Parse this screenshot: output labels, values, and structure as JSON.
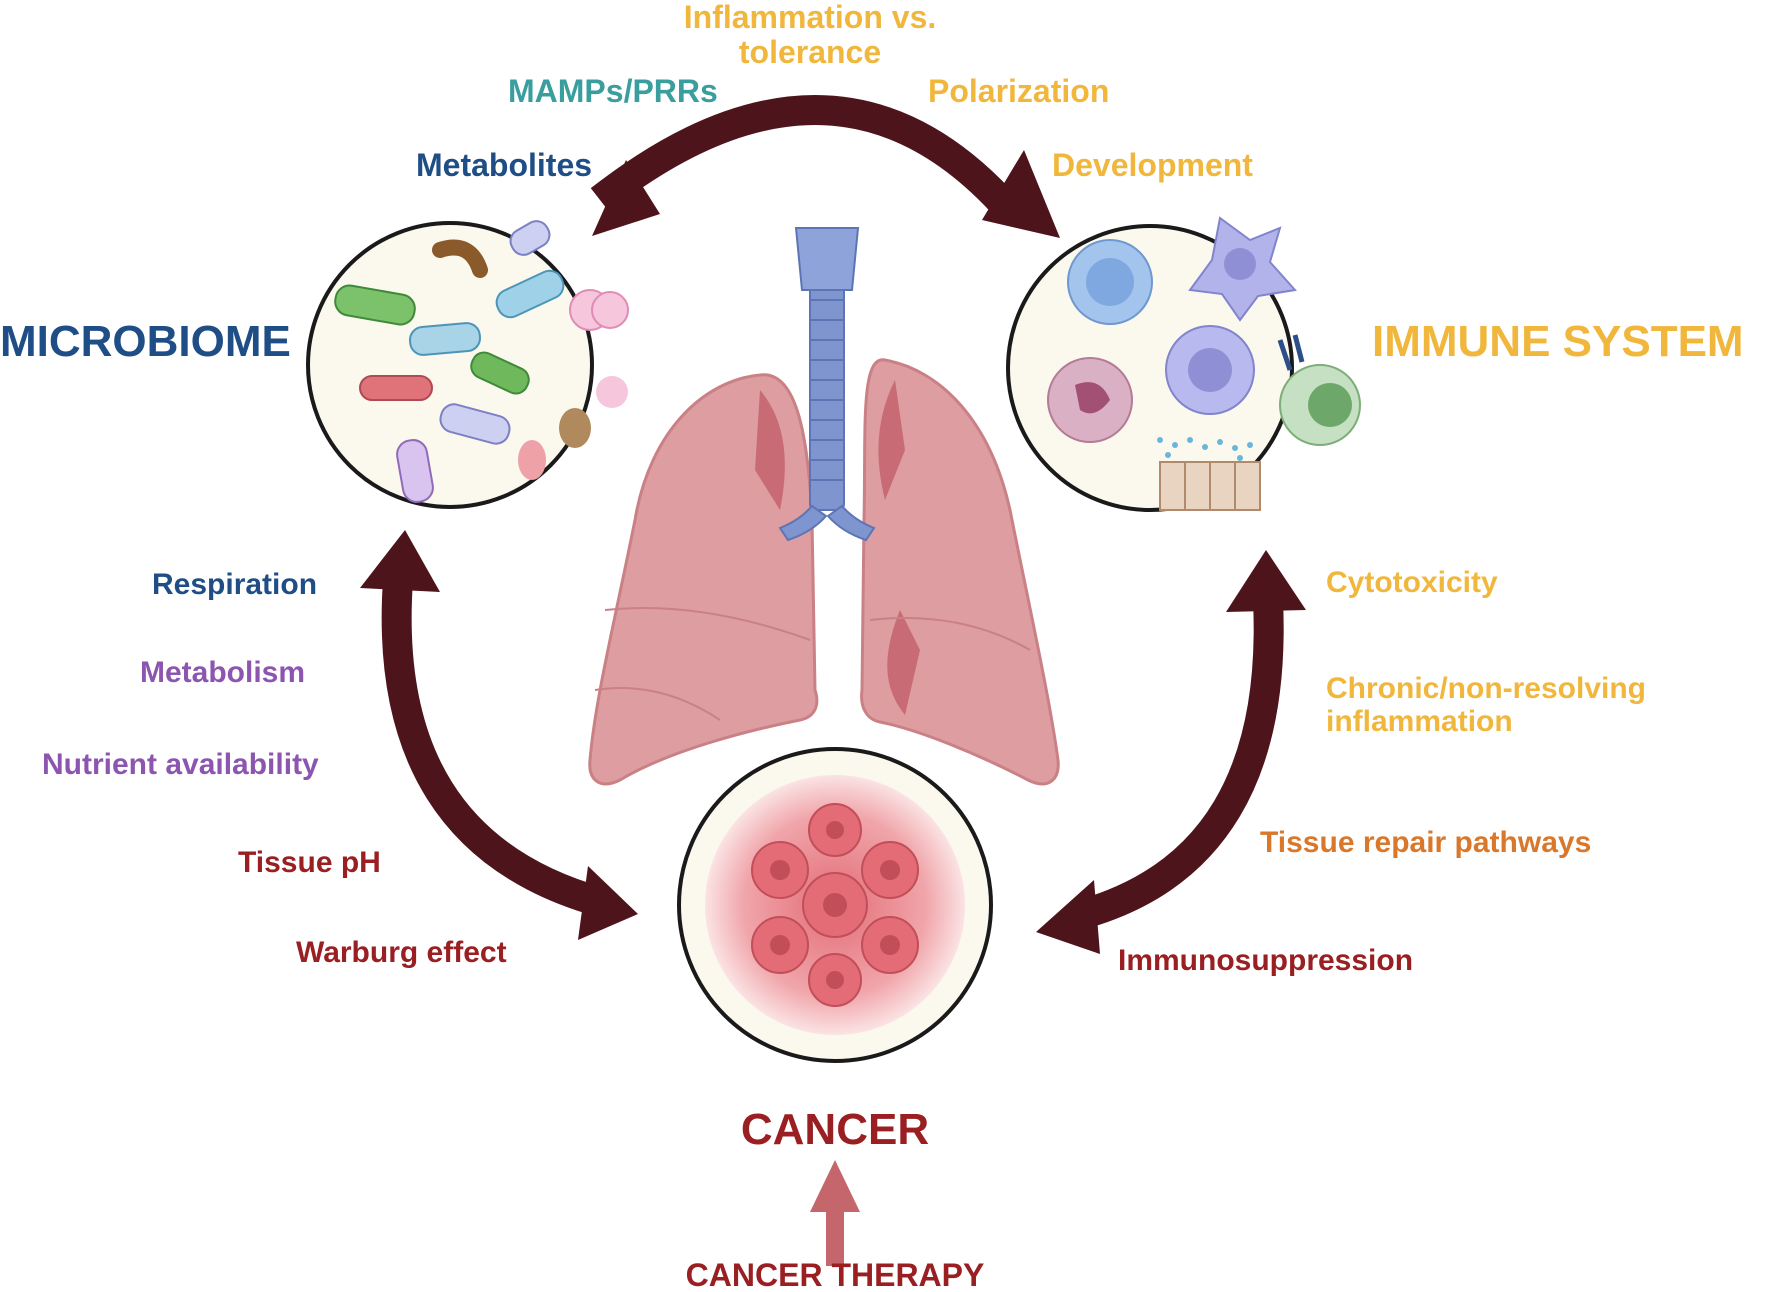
{
  "top_labels": {
    "inflammation": "Inflammation vs. tolerance",
    "mamps": "MAMPs/PRRs",
    "polarization": "Polarization",
    "metabolites": "Metabolites",
    "development": "Development"
  },
  "nodes": {
    "microbiome": "MICROBIOME",
    "immune": "IMMUNE SYSTEM",
    "cancer": "CANCER",
    "therapy": "CANCER THERAPY"
  },
  "left_labels": {
    "respiration": "Respiration",
    "metabolism": "Metabolism",
    "nutrient": "Nutrient availability",
    "ph": "Tissue pH",
    "warburg": "Warburg effect"
  },
  "right_labels": {
    "cytotoxicity": "Cytotoxicity",
    "chronic": "Chronic/non-resolving inflammation",
    "repair": "Tissue repair pathways",
    "immunosuppression": "Immunosuppression"
  },
  "colors": {
    "arrow": "#4d141b",
    "microbiome_blue": "#1f4e86",
    "teal": "#3a9e9e",
    "purple": "#8b55b0",
    "yellow": "#f0b73c",
    "orange": "#d9782a",
    "dark_red": "#9a1f22",
    "therapy_arrow": "#c4666b"
  }
}
